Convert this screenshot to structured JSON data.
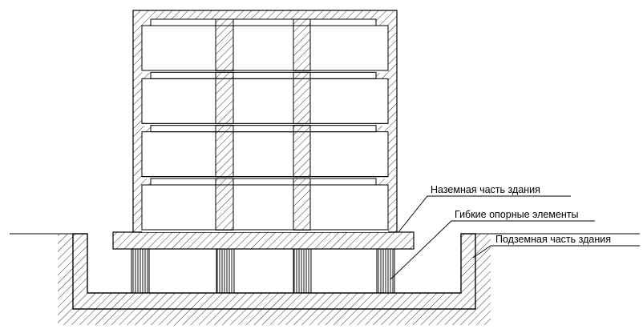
{
  "labels": {
    "above_ground": "Наземная часть здания",
    "flexible_supports": "Гибкие опорные элементы",
    "underground": "Подземная часть здания"
  },
  "building": {
    "floors": 4,
    "bays": 3
  },
  "supports": {
    "count": 4
  },
  "colors": {
    "line": "#000000",
    "background": "#ffffff"
  }
}
